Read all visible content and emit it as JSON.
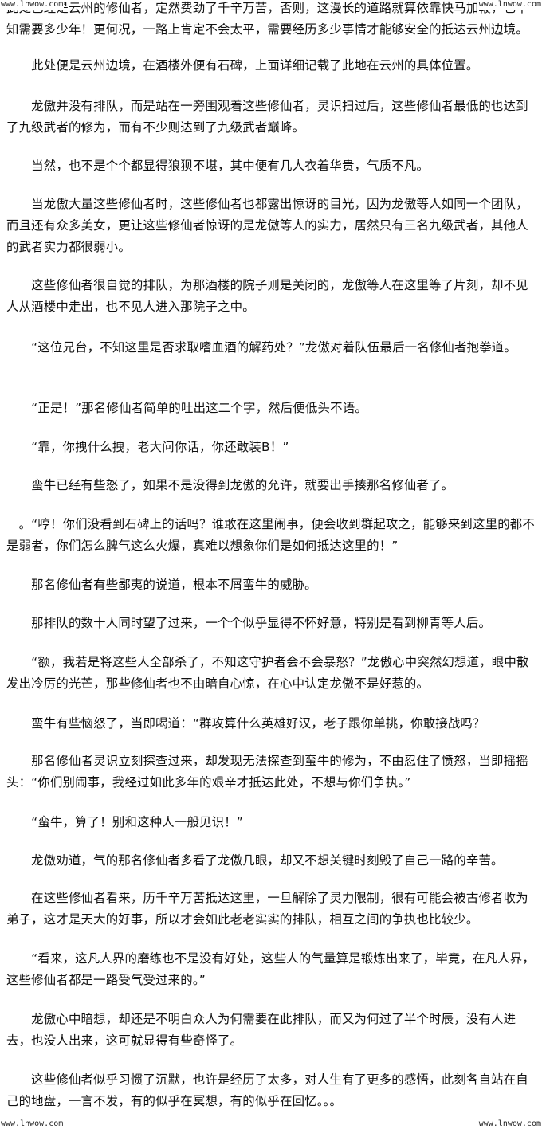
{
  "watermark": {
    "top_left": "www.lnwow.com",
    "top_right": "www.lnwow.com",
    "bottom_left": "www.lnwow.com",
    "bottom_right": "www.lnwow.com"
  },
  "paragraphs": [
    "此处已经是云州的修仙者，定然费劲了千辛万苦，否则，这漫长的道路就算依靠快马加鞭，也不知需要多少年！更何况，一路上肯定不会太平，需要经历多少事情才能够安全的抵达云州边境。",
    "　　此处便是云州边境，在酒楼外便有石碑，上面详细记载了此地在云州的具体位置。",
    "　　龙傲并没有排队，而是站在一旁围观着这些修仙者，灵识扫过后，这些修仙者最低的也达到了九级武者的修为，而有不少则达到了九级武者巅峰。",
    "　　当然，也不是个个都显得狼狈不堪，其中便有几人衣着华贵，气质不凡。",
    "　　当龙傲大量这些修仙者时，这些修仙者也都露出惊讶的目光，因为龙傲等人如同一个团队，而且还有众多美女，更让这些修仙者惊讶的是龙傲等人的实力，居然只有三名九级武者，其他人的武者实力都很弱小。",
    "　　这些修仙者很自觉的排队，为那酒楼的院子则是关闭的，龙傲等人在这里等了片刻，却不见人从酒楼中走出，也不见人进入那院子之中。",
    "　　“这位兄台，不知这里是否求取嗜血酒的解药处？”龙傲对着队伍最后一名修仙者抱拳道。",
    "　　“正是！”那名修仙者简单的吐出这二个字，然后便低头不语。",
    "　　“靠，你拽什么拽，老大问你话，你还敢装B！”",
    "　　蛮牛已经有些怒了，如果不是没得到龙傲的允许，就要出手揍那名修仙者了。",
    "　。“哼！你们没看到石碑上的话吗？谁敢在这里闹事，便会收到群起攻之，能够来到这里的都不是弱者，你们怎么脾气这么火爆，真难以想象你们是如何抵达这里的！”",
    "　　那名修仙者有些鄙夷的说道，根本不屑蛮牛的威胁。",
    "　　那排队的数十人同时望了过来，一个个似乎显得不怀好意，特别是看到柳青等人后。",
    "　　“额，我若是将这些人全部杀了，不知这守护者会不会暴怒？”龙傲心中突然幻想道，眼中散发出冷厉的光芒，那些修仙者也不由暗自心惊，在心中认定龙傲不是好惹的。",
    "　　蛮牛有些恼怒了，当即喝道：“群攻算什么英雄好汉，老子跟你单挑，你敢接战吗？",
    "　　那名修仙者灵识立刻探查过来，却发现无法探查到蛮牛的修为，不由忍住了愤怒，当即摇摇头：“你们别闹事，我经过如此多年的艰辛才抵达此处，不想与你们争执。”",
    "　　“蛮牛，算了！别和这种人一般见识！”",
    "　　龙傲劝道，气的那名修仙者多看了龙傲几眼，却又不想关键时刻毁了自己一路的辛苦。",
    "　　在这些修仙者看来，历千辛万苦抵达这里，一旦解除了灵力限制，很有可能会被古修者收为弟子，这才是天大的好事，所以才会如此老老实实的排队，相互之间的争执也比较少。",
    "　　“看来，这凡人界的磨练也不是没有好处，这些人的气量算是锻炼出来了，毕竟，在凡人界，这些修仙者都是一路受气受过来的。”",
    "　　龙傲心中暗想，却还是不明白众人为何需要在此排队，而又为何过了半个时辰，没有人进去，也没人出来，这可就显得有些奇怪了。",
    "　　这些修仙者似乎习惯了沉默，也许是经历了太多，对人生有了更多的感悟，此刻各自站在自己的地盘，一言不发，有的似乎在冥想，有的似乎在回忆。。。"
  ]
}
